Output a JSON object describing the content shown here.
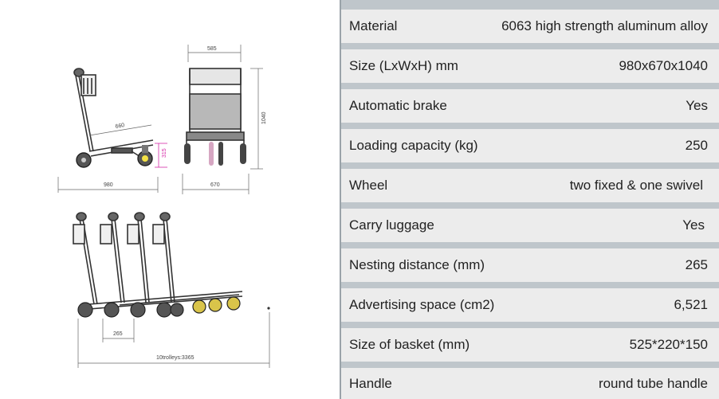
{
  "drawing": {
    "dim_585": "585",
    "dim_1040": "1040",
    "dim_660": "660",
    "dim_315": "315",
    "dim_980": "980",
    "dim_670": "670",
    "dim_265": "265",
    "dim_total": "10trolleys:3365"
  },
  "specs": [
    {
      "label": "Material",
      "value": "6063 high strength aluminum alloy"
    },
    {
      "label": "Size (LxWxH) mm",
      "value": "980x670x1040"
    },
    {
      "label": "Automatic brake",
      "value": "Yes"
    },
    {
      "label": "Loading capacity (kg)",
      "value": "250"
    },
    {
      "label": "Wheel",
      "value": "two fixed & one swivel"
    },
    {
      "label": "Carry luggage",
      "value": "Yes"
    },
    {
      "label": "Nesting distance (mm)",
      "value": "265"
    },
    {
      "label": "Advertising space (cm2)",
      "value": "6,521"
    },
    {
      "label": "Size of basket (mm)",
      "value": "525*220*150"
    },
    {
      "label": "Handle",
      "value": "round tube handle"
    }
  ]
}
